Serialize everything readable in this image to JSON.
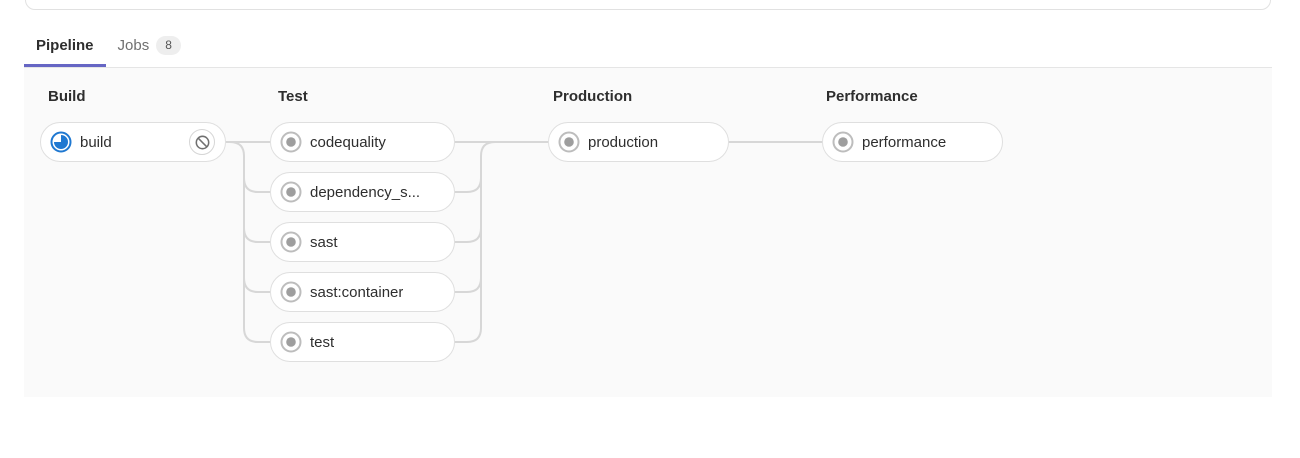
{
  "tabs": [
    {
      "label": "Pipeline",
      "active": true
    },
    {
      "label": "Jobs",
      "badge": "8"
    }
  ],
  "pipeline": {
    "stages": [
      {
        "title": "Build",
        "jobs": [
          {
            "name": "build",
            "status": "running",
            "status_icon": "running-status-icon",
            "action": "cancel"
          }
        ]
      },
      {
        "title": "Test",
        "jobs": [
          {
            "name": "codequality",
            "status": "created",
            "status_icon": "created-status-icon"
          },
          {
            "name": "dependency_s...",
            "status": "created",
            "status_icon": "created-status-icon"
          },
          {
            "name": "sast",
            "status": "created",
            "status_icon": "created-status-icon"
          },
          {
            "name": "sast:container",
            "status": "created",
            "status_icon": "created-status-icon"
          },
          {
            "name": "test",
            "status": "created",
            "status_icon": "created-status-icon"
          }
        ]
      },
      {
        "title": "Production",
        "jobs": [
          {
            "name": "production",
            "status": "created",
            "status_icon": "created-status-icon"
          }
        ]
      },
      {
        "title": "Performance",
        "jobs": [
          {
            "name": "performance",
            "status": "created",
            "status_icon": "created-status-icon"
          }
        ]
      }
    ]
  },
  "colors": {
    "accent_tab_indicator": "#6666c4",
    "running_blue": "#1f78d1",
    "created_gray": "#9e9e9e",
    "pill_border": "#dfdfdf",
    "connector_line": "#d7d7d7",
    "graph_background": "#fafafa"
  }
}
